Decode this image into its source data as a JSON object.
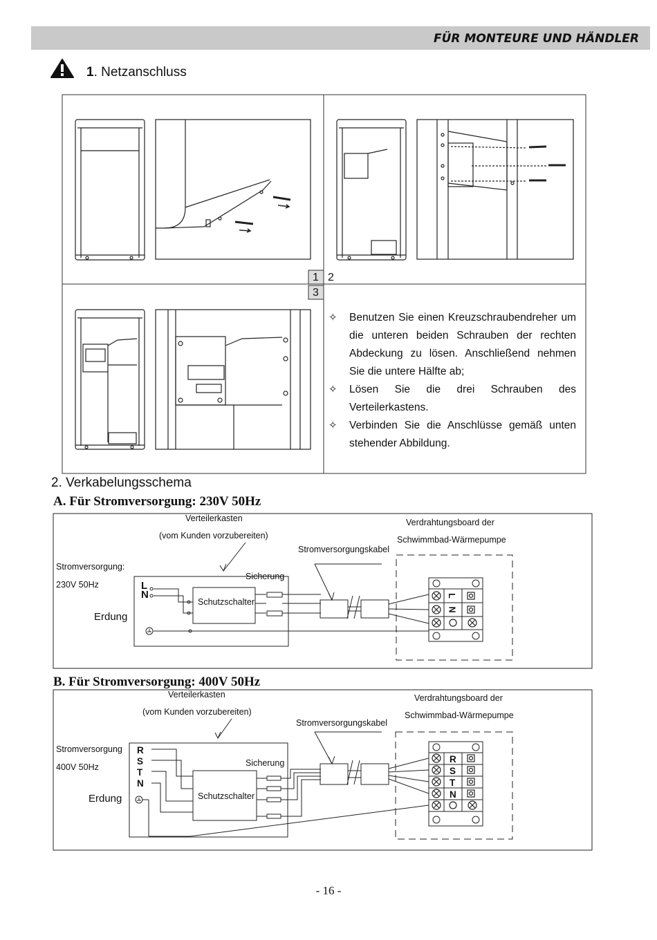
{
  "header": {
    "title": "FÜR MONTEURE UND HÄNDLER"
  },
  "section1": {
    "number": "1",
    "title": ". Netzanschluss"
  },
  "steps": {
    "s1": "1",
    "s2": "2",
    "s3": "3"
  },
  "instructions": [
    "Benutzen Sie einen Kreuzschraubendreher um die unteren beiden Schrauben der rechten Abdeckung zu lösen. Anschließend nehmen Sie die untere Hälfte ab;",
    "Lösen Sie die drei Schrauben des Verteilerkastens.",
    "Verbinden Sie die Anschlüsse gemäß unten stehender Abbildung."
  ],
  "section2": {
    "title": "2.  Verkabelungsschema"
  },
  "diagramA": {
    "heading": "A. Für Stromversorgung:  230V  50Hz",
    "verteiler": "Verteilerkasten",
    "vomKunden": "(vom Kunden vorzubereiten)",
    "board1": "Verdrahtungsboard der",
    "board2": "Schwimmbad-Wärmepumpe",
    "kabel": "Stromversorgungskabel",
    "supply1": "Stromversorgung:",
    "supply2": "230V 50Hz",
    "erdung": "Erdung",
    "sicherung": "Sicherung",
    "schutz": "Schutzschalter",
    "terminals": [
      "L",
      "N"
    ]
  },
  "diagramB": {
    "heading": "B. Für Stromversorgung: 400V 50Hz",
    "verteiler": "Verteilerkasten",
    "vomKunden": "(vom Kunden vorzubereiten)",
    "board1": "Verdrahtungsboard der",
    "board2": "Schwimmbad-Wärmepumpe",
    "kabel": "Stromversorgungskabel",
    "supply1": "Stromversorgung",
    "supply2": "400V 50Hz",
    "erdung": "Erdung",
    "sicherung": "Sicherung",
    "schutz": "Schutzschalter",
    "terminals": [
      "R",
      "S",
      "T",
      "N"
    ]
  },
  "page": {
    "number": "- 16 -"
  }
}
